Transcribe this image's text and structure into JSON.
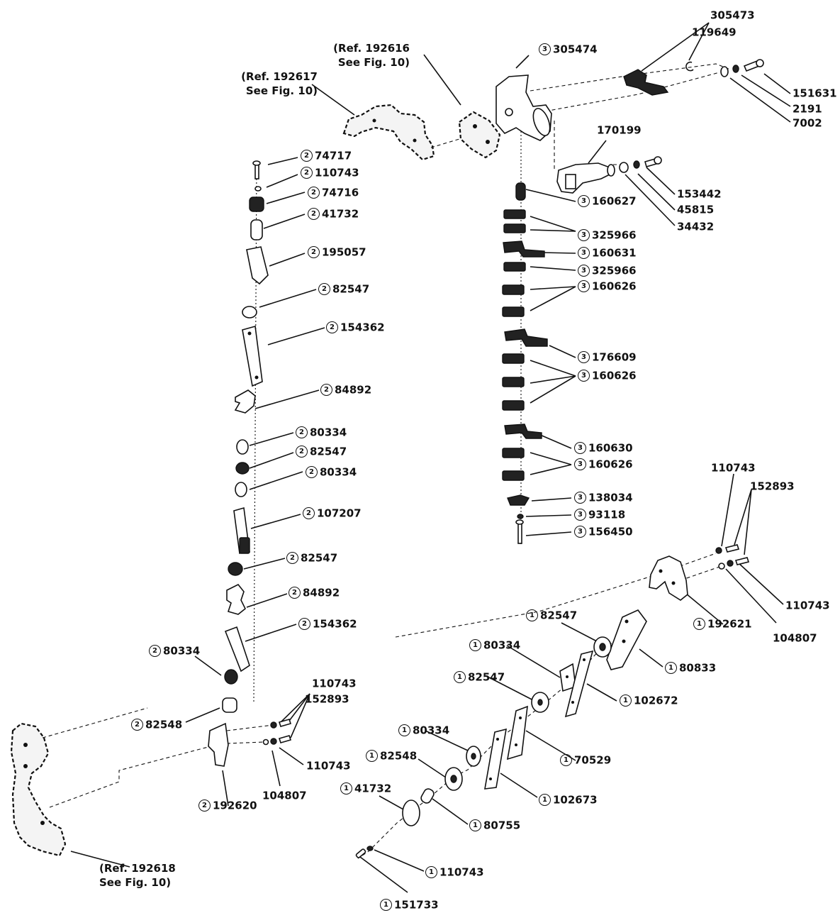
{
  "references": [
    {
      "id": "ref-192617",
      "line1": "(Ref. 192617",
      "line2": "See Fig. 10)"
    },
    {
      "id": "ref-192616",
      "line1": "(Ref. 192616",
      "line2": "See Fig. 10)"
    },
    {
      "id": "ref-192618",
      "line1": "(Ref. 192618",
      "line2": "See Fig. 10)"
    }
  ],
  "callouts": [
    {
      "group": "",
      "part": "305473"
    },
    {
      "group": "",
      "part": "119649"
    },
    {
      "group": "3",
      "part": "305474"
    },
    {
      "group": "",
      "part": "151631"
    },
    {
      "group": "",
      "part": "2191"
    },
    {
      "group": "",
      "part": "7002"
    },
    {
      "group": "",
      "part": "170199"
    },
    {
      "group": "",
      "part": "153442"
    },
    {
      "group": "",
      "part": "45815"
    },
    {
      "group": "",
      "part": "34432"
    },
    {
      "group": "2",
      "part": "74717"
    },
    {
      "group": "2",
      "part": "110743"
    },
    {
      "group": "2",
      "part": "74716"
    },
    {
      "group": "2",
      "part": "41732"
    },
    {
      "group": "2",
      "part": "195057"
    },
    {
      "group": "2",
      "part": "82547"
    },
    {
      "group": "2",
      "part": "154362"
    },
    {
      "group": "2",
      "part": "84892"
    },
    {
      "group": "2",
      "part": "80334"
    },
    {
      "group": "2",
      "part": "82547"
    },
    {
      "group": "2",
      "part": "80334"
    },
    {
      "group": "2",
      "part": "107207"
    },
    {
      "group": "2",
      "part": "82547"
    },
    {
      "group": "2",
      "part": "84892"
    },
    {
      "group": "2",
      "part": "154362"
    },
    {
      "group": "2",
      "part": "80334"
    },
    {
      "group": "2",
      "part": "82548"
    },
    {
      "group": "2",
      "part": "192620"
    },
    {
      "group": "",
      "part": "110743"
    },
    {
      "group": "",
      "part": "152893"
    },
    {
      "group": "",
      "part": "110743"
    },
    {
      "group": "",
      "part": "104807"
    },
    {
      "group": "3",
      "part": "160627"
    },
    {
      "group": "3",
      "part": "325966"
    },
    {
      "group": "3",
      "part": "160631"
    },
    {
      "group": "3",
      "part": "325966"
    },
    {
      "group": "3",
      "part": "160626"
    },
    {
      "group": "3",
      "part": "176609"
    },
    {
      "group": "3",
      "part": "160626"
    },
    {
      "group": "3",
      "part": "160630"
    },
    {
      "group": "3",
      "part": "160626"
    },
    {
      "group": "3",
      "part": "138034"
    },
    {
      "group": "3",
      "part": "93118"
    },
    {
      "group": "3",
      "part": "156450"
    },
    {
      "group": "",
      "part": "110743"
    },
    {
      "group": "",
      "part": "152893"
    },
    {
      "group": "",
      "part": "110743"
    },
    {
      "group": "",
      "part": "104807"
    },
    {
      "group": "1",
      "part": "192621"
    },
    {
      "group": "1",
      "part": "82547"
    },
    {
      "group": "1",
      "part": "80833"
    },
    {
      "group": "1",
      "part": "80334"
    },
    {
      "group": "1",
      "part": "82547"
    },
    {
      "group": "1",
      "part": "102672"
    },
    {
      "group": "1",
      "part": "70529"
    },
    {
      "group": "1",
      "part": "80334"
    },
    {
      "group": "1",
      "part": "82548"
    },
    {
      "group": "1",
      "part": "102673"
    },
    {
      "group": "1",
      "part": "41732"
    },
    {
      "group": "1",
      "part": "80755"
    },
    {
      "group": "1",
      "part": "110743"
    },
    {
      "group": "1",
      "part": "151733"
    }
  ]
}
